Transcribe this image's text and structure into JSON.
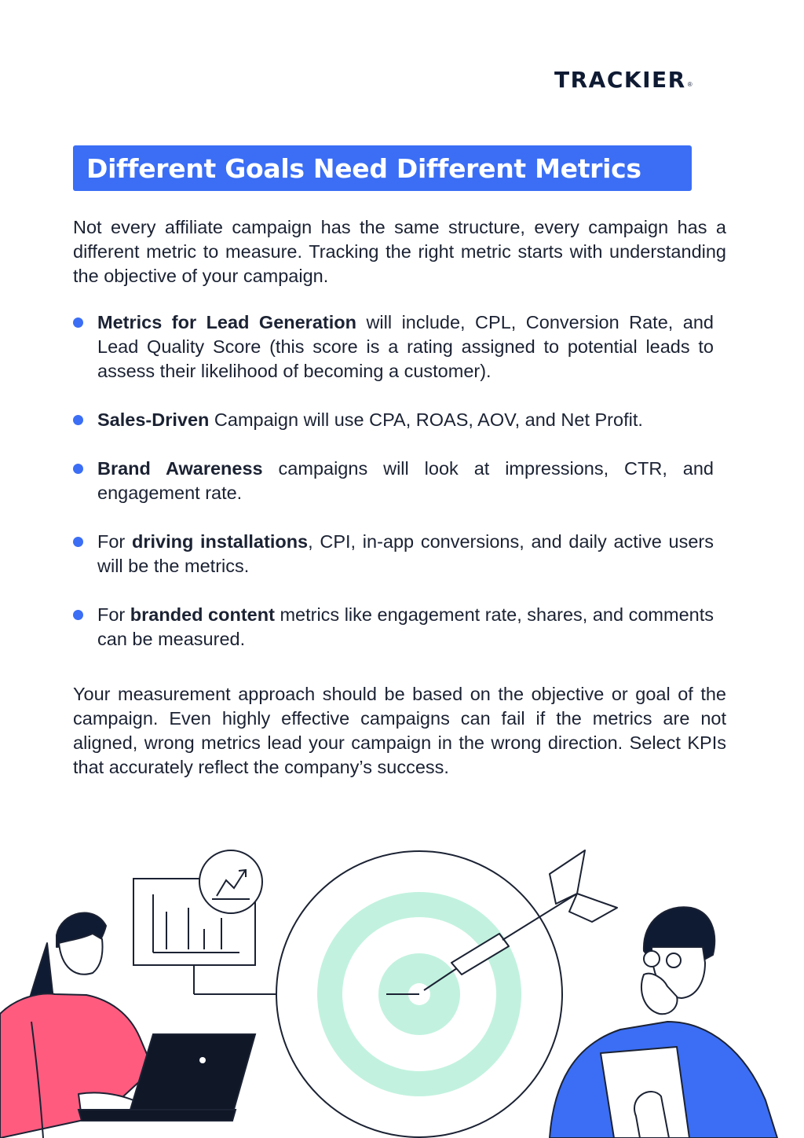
{
  "brand": {
    "logo_text": "TRACKIER",
    "logo_mark": "®"
  },
  "title": "Different Goals Need Different Metrics",
  "intro": "Not every affiliate campaign has the same structure, every campaign has a different metric to measure. Tracking the right metric starts with understanding the objective of your campaign.",
  "bullets": {
    "lead": {
      "strong": "Metrics for Lead Generation",
      "rest": " will include, CPL, Conversion Rate, and Lead Quality Score (this score is a rating assigned to potential leads to assess their likelihood of becoming a customer)."
    },
    "sales": {
      "strong": "Sales-Driven",
      "rest": " Campaign will use CPA, ROAS, AOV, and Net Profit."
    },
    "brand": {
      "strong": "Brand Awareness",
      "rest": " campaigns will look at impressions, CTR, and engagement rate."
    },
    "install": {
      "pre": "For ",
      "strong": "driving installations",
      "rest": ", CPI, in-app conversions, and daily active users will be the metrics."
    },
    "content": {
      "pre": "For ",
      "strong": "branded content",
      "rest": " metrics like engagement rate, shares, and comments can be measured."
    }
  },
  "outro": "Your measurement approach should be based on the objective or goal of the campaign. Even highly effective campaigns can fail if the metrics are not aligned, wrong metrics lead your campaign in the wrong direction. Select KPIs that accurately reflect the company’s success.",
  "colors": {
    "accent": "#3b6ef5",
    "text": "#1b2233",
    "target_ring": "#c2f2df",
    "shirt_pink": "#ff5b7f",
    "shirt_blue": "#3b6ef5",
    "laptop": "#101828"
  },
  "icons": [
    "bullet-dot-icon",
    "growth-chart-icon",
    "target-icon",
    "dart-icon"
  ]
}
